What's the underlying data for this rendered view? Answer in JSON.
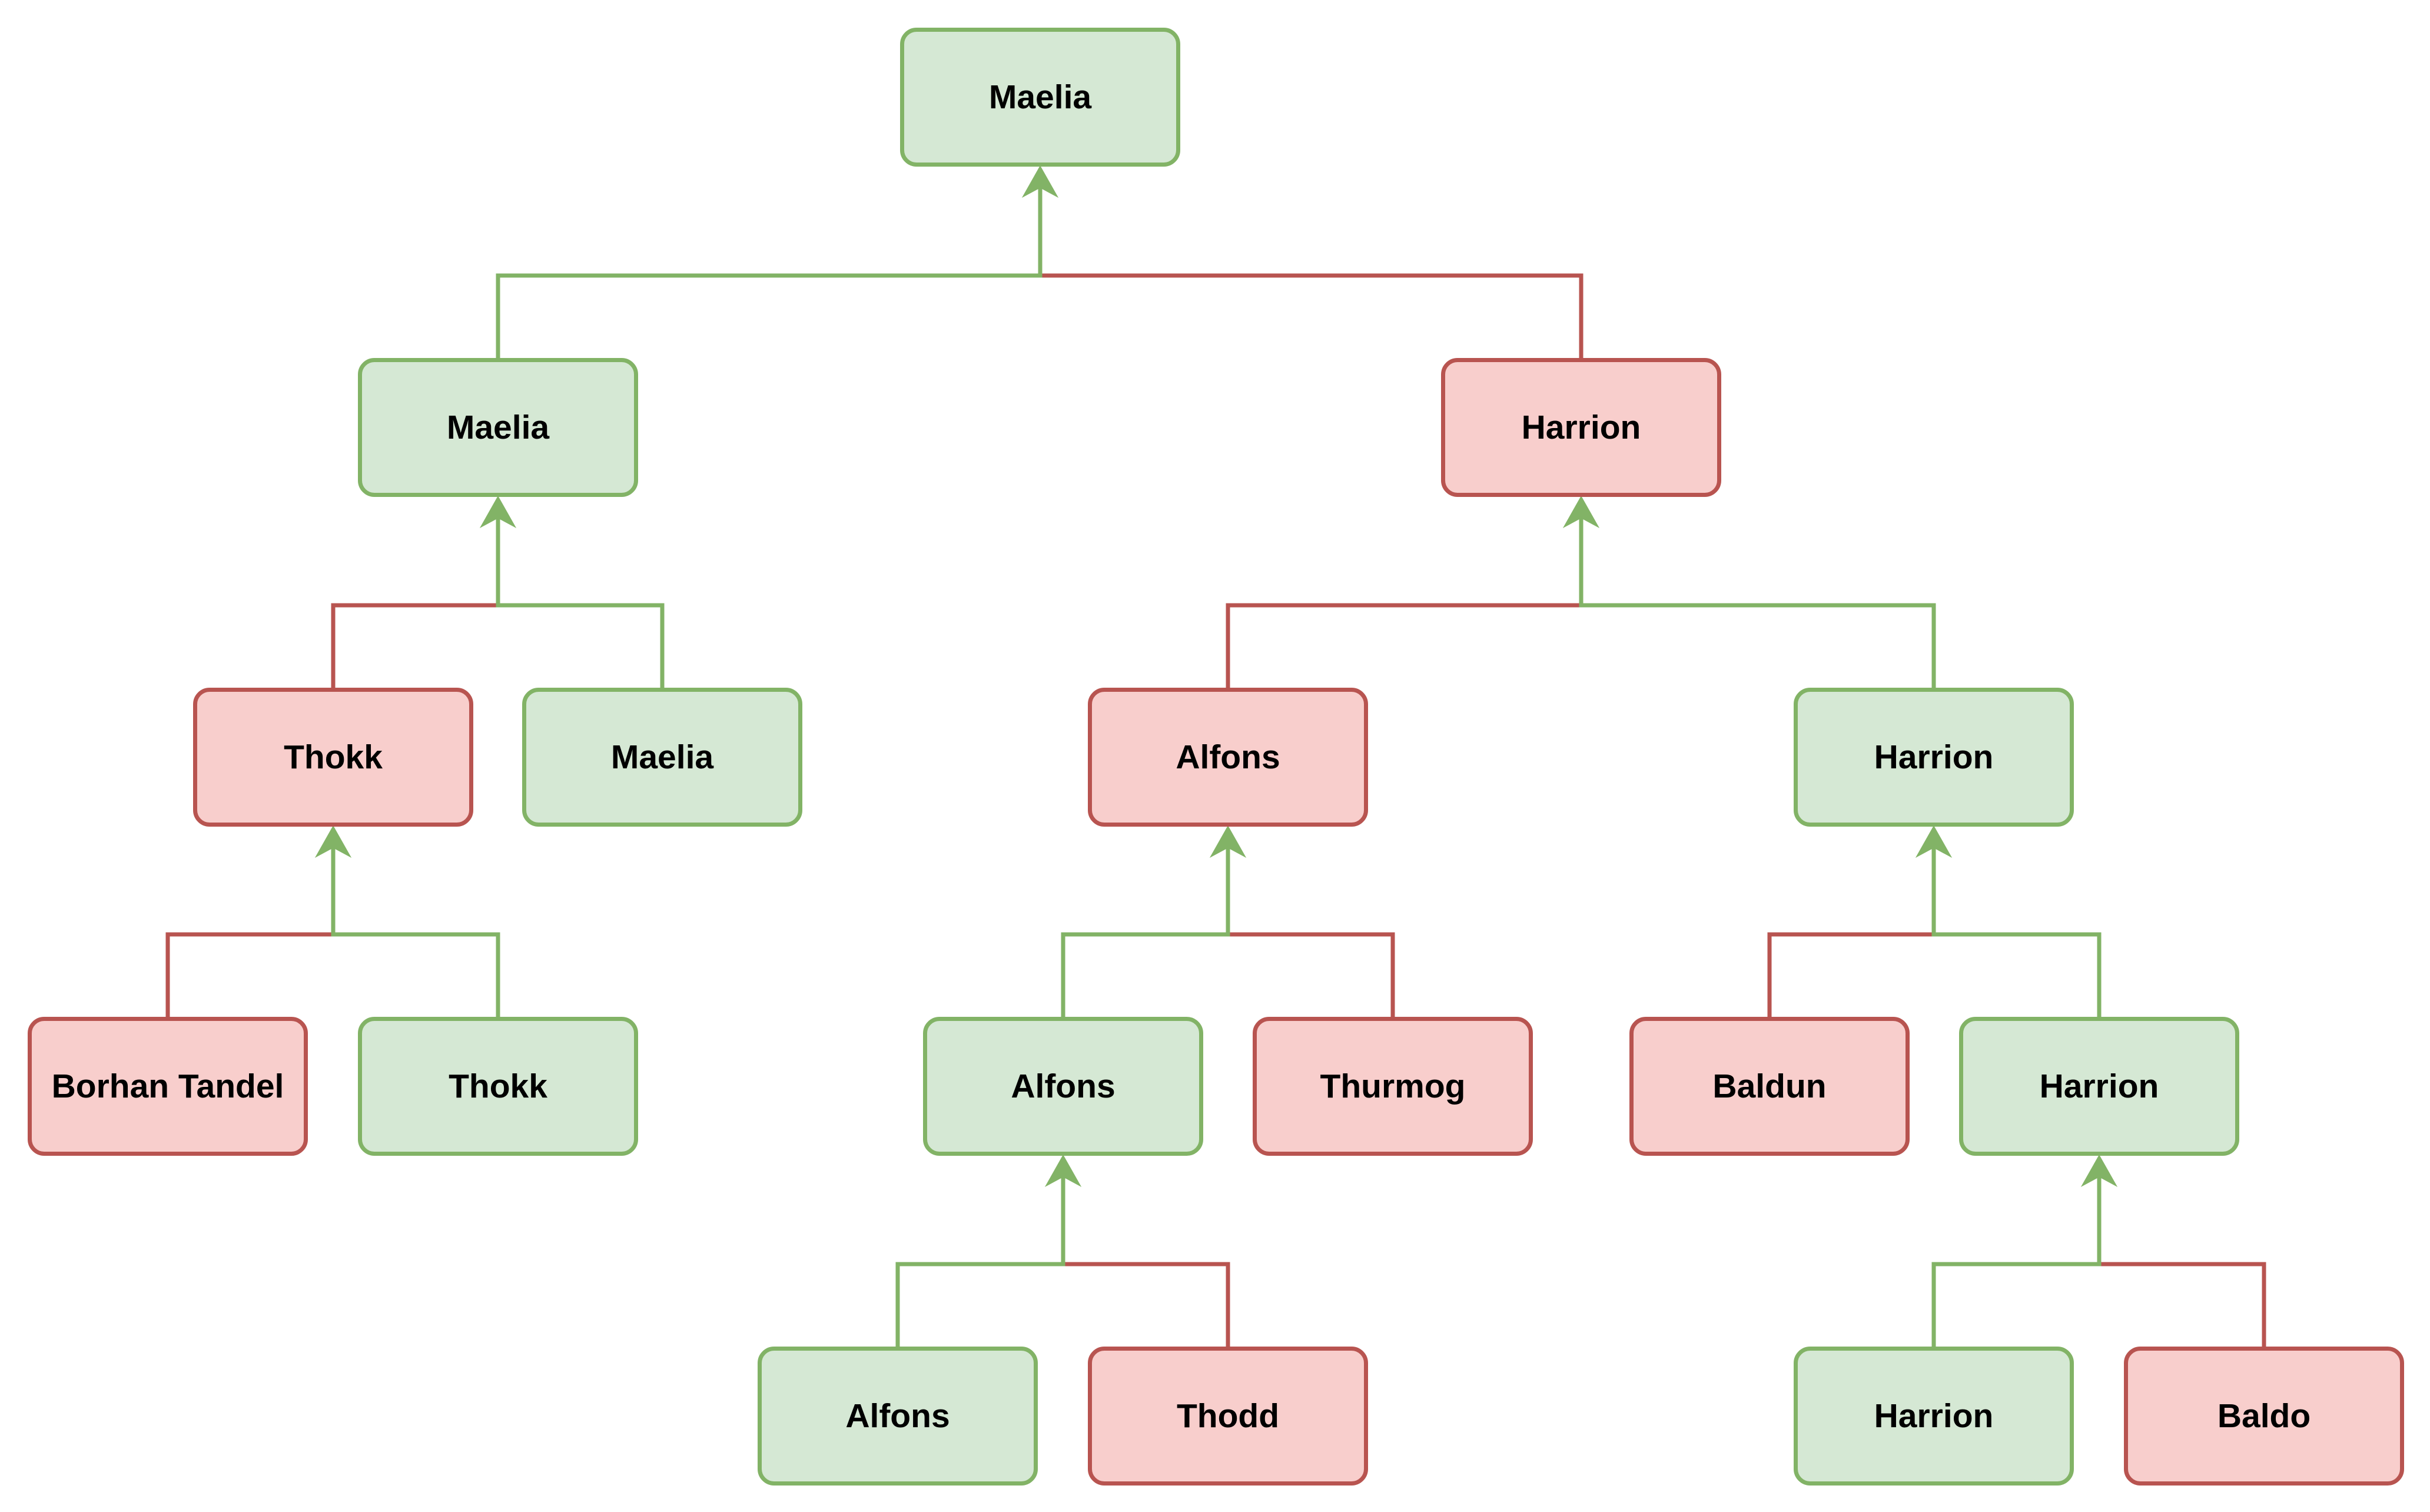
{
  "bracket": {
    "colors": {
      "winner_fill": "#d5e8d4",
      "winner_border": "#82b366",
      "loser_fill": "#f8cecc",
      "loser_border": "#b85450"
    },
    "root": {
      "name": "Maelia",
      "result": "win",
      "children": [
        {
          "name": "Maelia",
          "result": "win",
          "children": [
            {
              "name": "Thokk",
              "result": "lose",
              "children": [
                {
                  "name": "Borhan Tandel",
                  "result": "lose",
                  "children": []
                },
                {
                  "name": "Thokk",
                  "result": "win",
                  "children": []
                }
              ]
            },
            {
              "name": "Maelia",
              "result": "win",
              "children": []
            }
          ]
        },
        {
          "name": "Harrion",
          "result": "lose",
          "children": [
            {
              "name": "Alfons",
              "result": "lose",
              "children": [
                {
                  "name": "Alfons",
                  "result": "win",
                  "children": [
                    {
                      "name": "Alfons",
                      "result": "win",
                      "children": []
                    },
                    {
                      "name": "Thodd",
                      "result": "lose",
                      "children": []
                    }
                  ]
                },
                {
                  "name": "Thurmog",
                  "result": "lose",
                  "children": []
                }
              ]
            },
            {
              "name": "Harrion",
              "result": "win",
              "children": [
                {
                  "name": "Baldun",
                  "result": "lose",
                  "children": []
                },
                {
                  "name": "Harrion",
                  "result": "win",
                  "children": [
                    {
                      "name": "Harrion",
                      "result": "win",
                      "children": []
                    },
                    {
                      "name": "Baldo",
                      "result": "lose",
                      "children": []
                    }
                  ]
                }
              ]
            }
          ]
        }
      ]
    }
  }
}
